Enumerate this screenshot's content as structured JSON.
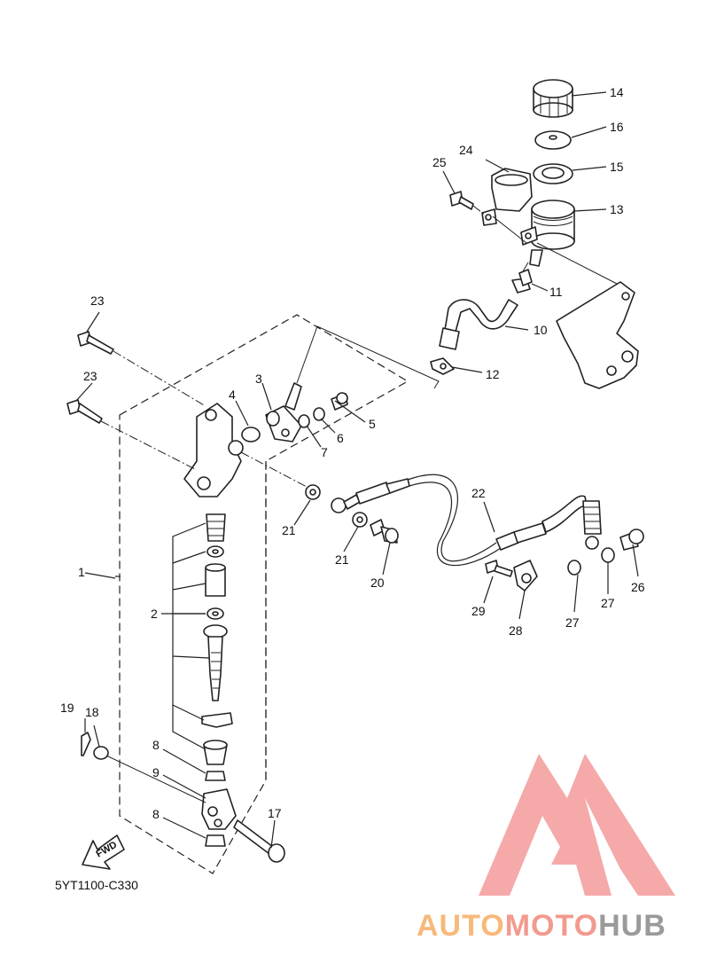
{
  "diagram_code": "5YT1100-C330",
  "fwd_label": "FWD",
  "watermark": {
    "auto": "AUTO",
    "moto": "MOTO",
    "hub": "HUB",
    "color_auto": "#f7b97a",
    "color_moto": "#f29a8e",
    "color_hub": "#9a9a9a",
    "logo_color": "#f4a0a0"
  },
  "callouts": [
    "1",
    "2",
    "3",
    "4",
    "5",
    "6",
    "7",
    "8",
    "8",
    "9",
    "10",
    "11",
    "12",
    "13",
    "14",
    "15",
    "16",
    "17",
    "18",
    "19",
    "20",
    "21",
    "21",
    "22",
    "23",
    "23",
    "24",
    "25",
    "26",
    "27",
    "27",
    "28",
    "29"
  ]
}
